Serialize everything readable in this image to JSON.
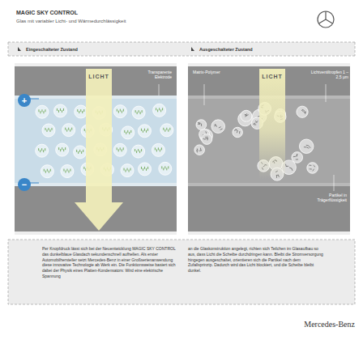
{
  "diagram": {
    "title": "MAGIC SKY CONTROL",
    "nodes": [
      {
        "text": [
          "Eingeschalteter Zustand"
        ]
      },
      {
        "text": [
          "Ausgeschalteter Zustand"
        ]
      },
      {
        "text": [
          "LICHT"
        ],
        "in": 0
      },
      {
        "text": [
          "LICHT"
        ],
        "in": 1
      },
      {
        "text": [
          "Per Knopfdruck lässt sich bei der Neuentwicklung MAGIC SKY CONTROL das dunkelblaue Glasdach sekundenschnell aufhellen. Als erster Automobilhersteller setzt Mercedes-Benz in einer Großserienanwendung diese innovative Technologie ab Werk ein. Die Funktionsweise basiert sich dabei der Physik eines Platten-Kondensators: Wird eine elektrische Spannung",
          "an die Glaskonstruktion angelegt, richten sich Teilchen im Glasaufbau so aus, dass Licht die Scheibe durchdringen kann. Bleibt die Stromversorgung hingegen ausgeschaltet, orientieren sich die Partikel nach dem Zufallsprinzip. Dadurch wird das Licht blockiert, und die Scheibe bleibt dunkel."
        ]
      }
    ],
    "labels": [
      "Glas mit variabler Licht- und Wärmedurchlässigkeit",
      "Transparente Elektrode",
      "+",
      "−",
      "Matrix-Polymer",
      "Lichtventiltropfen 1 – 2,5 µm",
      "Partikel in Trägerflüssigkeit",
      "Mercedes-Benz"
    ]
  }
}
